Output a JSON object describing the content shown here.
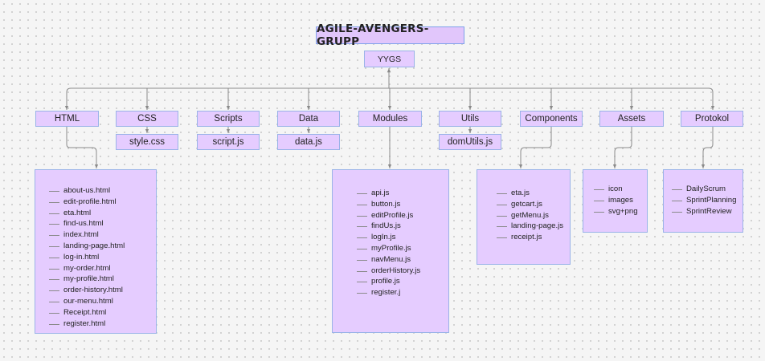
{
  "title": "AGILE-AVENGERS-GRUPP",
  "root": "YYGS",
  "categories": {
    "html": "HTML",
    "css": "CSS",
    "scripts": "Scripts",
    "data": "Data",
    "modules": "Modules",
    "utils": "Utils",
    "components": "Components",
    "assets": "Assets",
    "protokol": "Protokol"
  },
  "files": {
    "css": "style.css",
    "scripts": "script.js",
    "data": "data.js",
    "utils": "domUtils.js"
  },
  "lists": {
    "html": [
      "about-us.html",
      "edit-profile.html",
      "eta.html",
      "find-us.html",
      "index.html",
      "landing-page.html",
      "log-in.html",
      "my-order.html",
      "my-profile.html",
      "order-history.html",
      "our-menu.html",
      "Receipt.html",
      "register.html"
    ],
    "modules": [
      "api.js",
      "button.js",
      "editProfile.js",
      "findUs.js",
      "logIn.js",
      "myProfile.js",
      "navMenu.js",
      "orderHistory.js",
      "profile.js",
      "register.j"
    ],
    "components": [
      "eta.js",
      "getcart.js",
      "getMenu.js",
      "landing-page.js",
      "receipt.js"
    ],
    "assets": [
      "icon",
      "images",
      "svg+png"
    ],
    "protokol": [
      "DailyScrum",
      "SprintPlanning",
      "SprintReview"
    ]
  },
  "colors": {
    "node_fill": "#e5ccff",
    "node_border": "#9ab3e8",
    "connector": "#8a8a8a",
    "background": "#f5f5f5"
  }
}
